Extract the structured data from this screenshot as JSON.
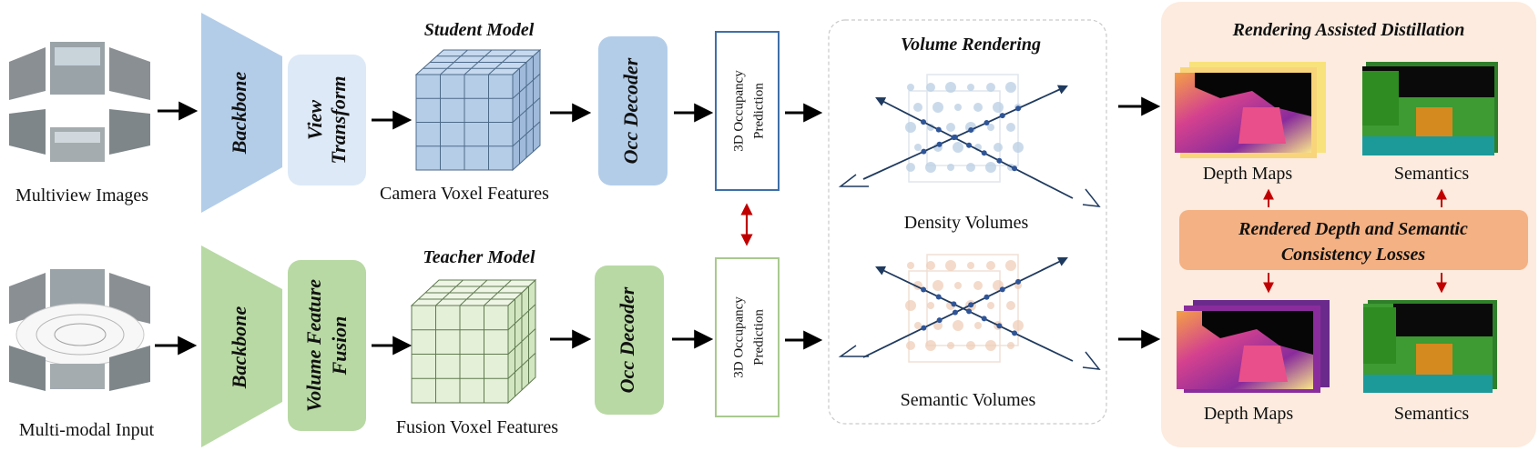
{
  "student": {
    "input_label": "Multiview Images",
    "backbone": "Backbone",
    "transform_line1": "View",
    "transform_line2": "Transform",
    "model_title": "Student Model",
    "voxel_label": "Camera Voxel Features",
    "decoder": "Occ Decoder",
    "pred_line1": "3D Occupancy",
    "pred_line2": "Prediction"
  },
  "teacher": {
    "input_label": "Multi-modal Input",
    "backbone": "Backbone",
    "fusion_line1": "Volume Feature",
    "fusion_line2": "Fusion",
    "model_title": "Teacher Model",
    "voxel_label": "Fusion Voxel Features",
    "decoder": "Occ Decoder",
    "pred_line1": "3D Occupancy",
    "pred_line2": "Prediction"
  },
  "rendering": {
    "title": "Volume Rendering",
    "density": "Density Volumes",
    "semantic": "Semantic Volumes"
  },
  "distill": {
    "title": "Rendering Assisted Distillation",
    "depth_top": "Depth Maps",
    "sem_top": "Semantics",
    "loss_line1": "Rendered Depth and Semantic",
    "loss_line2": "Consistency Losses",
    "depth_bottom": "Depth Maps",
    "sem_bottom": "Semantics"
  },
  "colors": {
    "student_blue": "#b3cde9",
    "student_light": "#dde9f7",
    "teacher_green": "#b8d9a4",
    "teacher_light": "#e4f0d8",
    "loss_orange": "#f4b183",
    "panel_bg": "#fcebde",
    "arrow_red": "#c00000"
  }
}
